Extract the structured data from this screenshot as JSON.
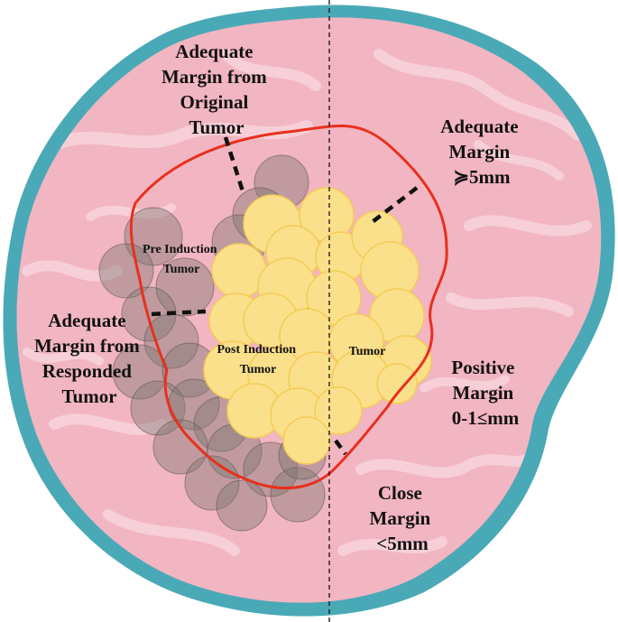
{
  "labels": {
    "adequate_original": [
      "Adequate",
      "Margin from",
      "Original",
      "Tumor"
    ],
    "adequate_5mm": [
      "Adequate",
      "Margin",
      "≽5mm"
    ],
    "pre_induction": [
      "Pre Induction",
      "Tumor"
    ],
    "adequate_responded": [
      "Adequate",
      "Margin from",
      "Responded",
      "Tumor"
    ],
    "post_induction": [
      "Post Induction",
      "Tumor"
    ],
    "tumor": "Tumor",
    "positive_margin": [
      "Positive",
      "Margin",
      "0-1≤mm"
    ],
    "close_margin": [
      "Close",
      "Margin",
      "<5mm"
    ]
  },
  "colors": {
    "outer_ring": "#4aa9b6",
    "tissue": "#f2b5c2",
    "tissue_pattern": "#f7cfd8",
    "tumor_fill": "#fbe08c",
    "tumor_stroke": "#f3cc55",
    "pre_tumor": "#7d7470",
    "resection_line": "#e8301c",
    "margin_dash": "#111111"
  }
}
